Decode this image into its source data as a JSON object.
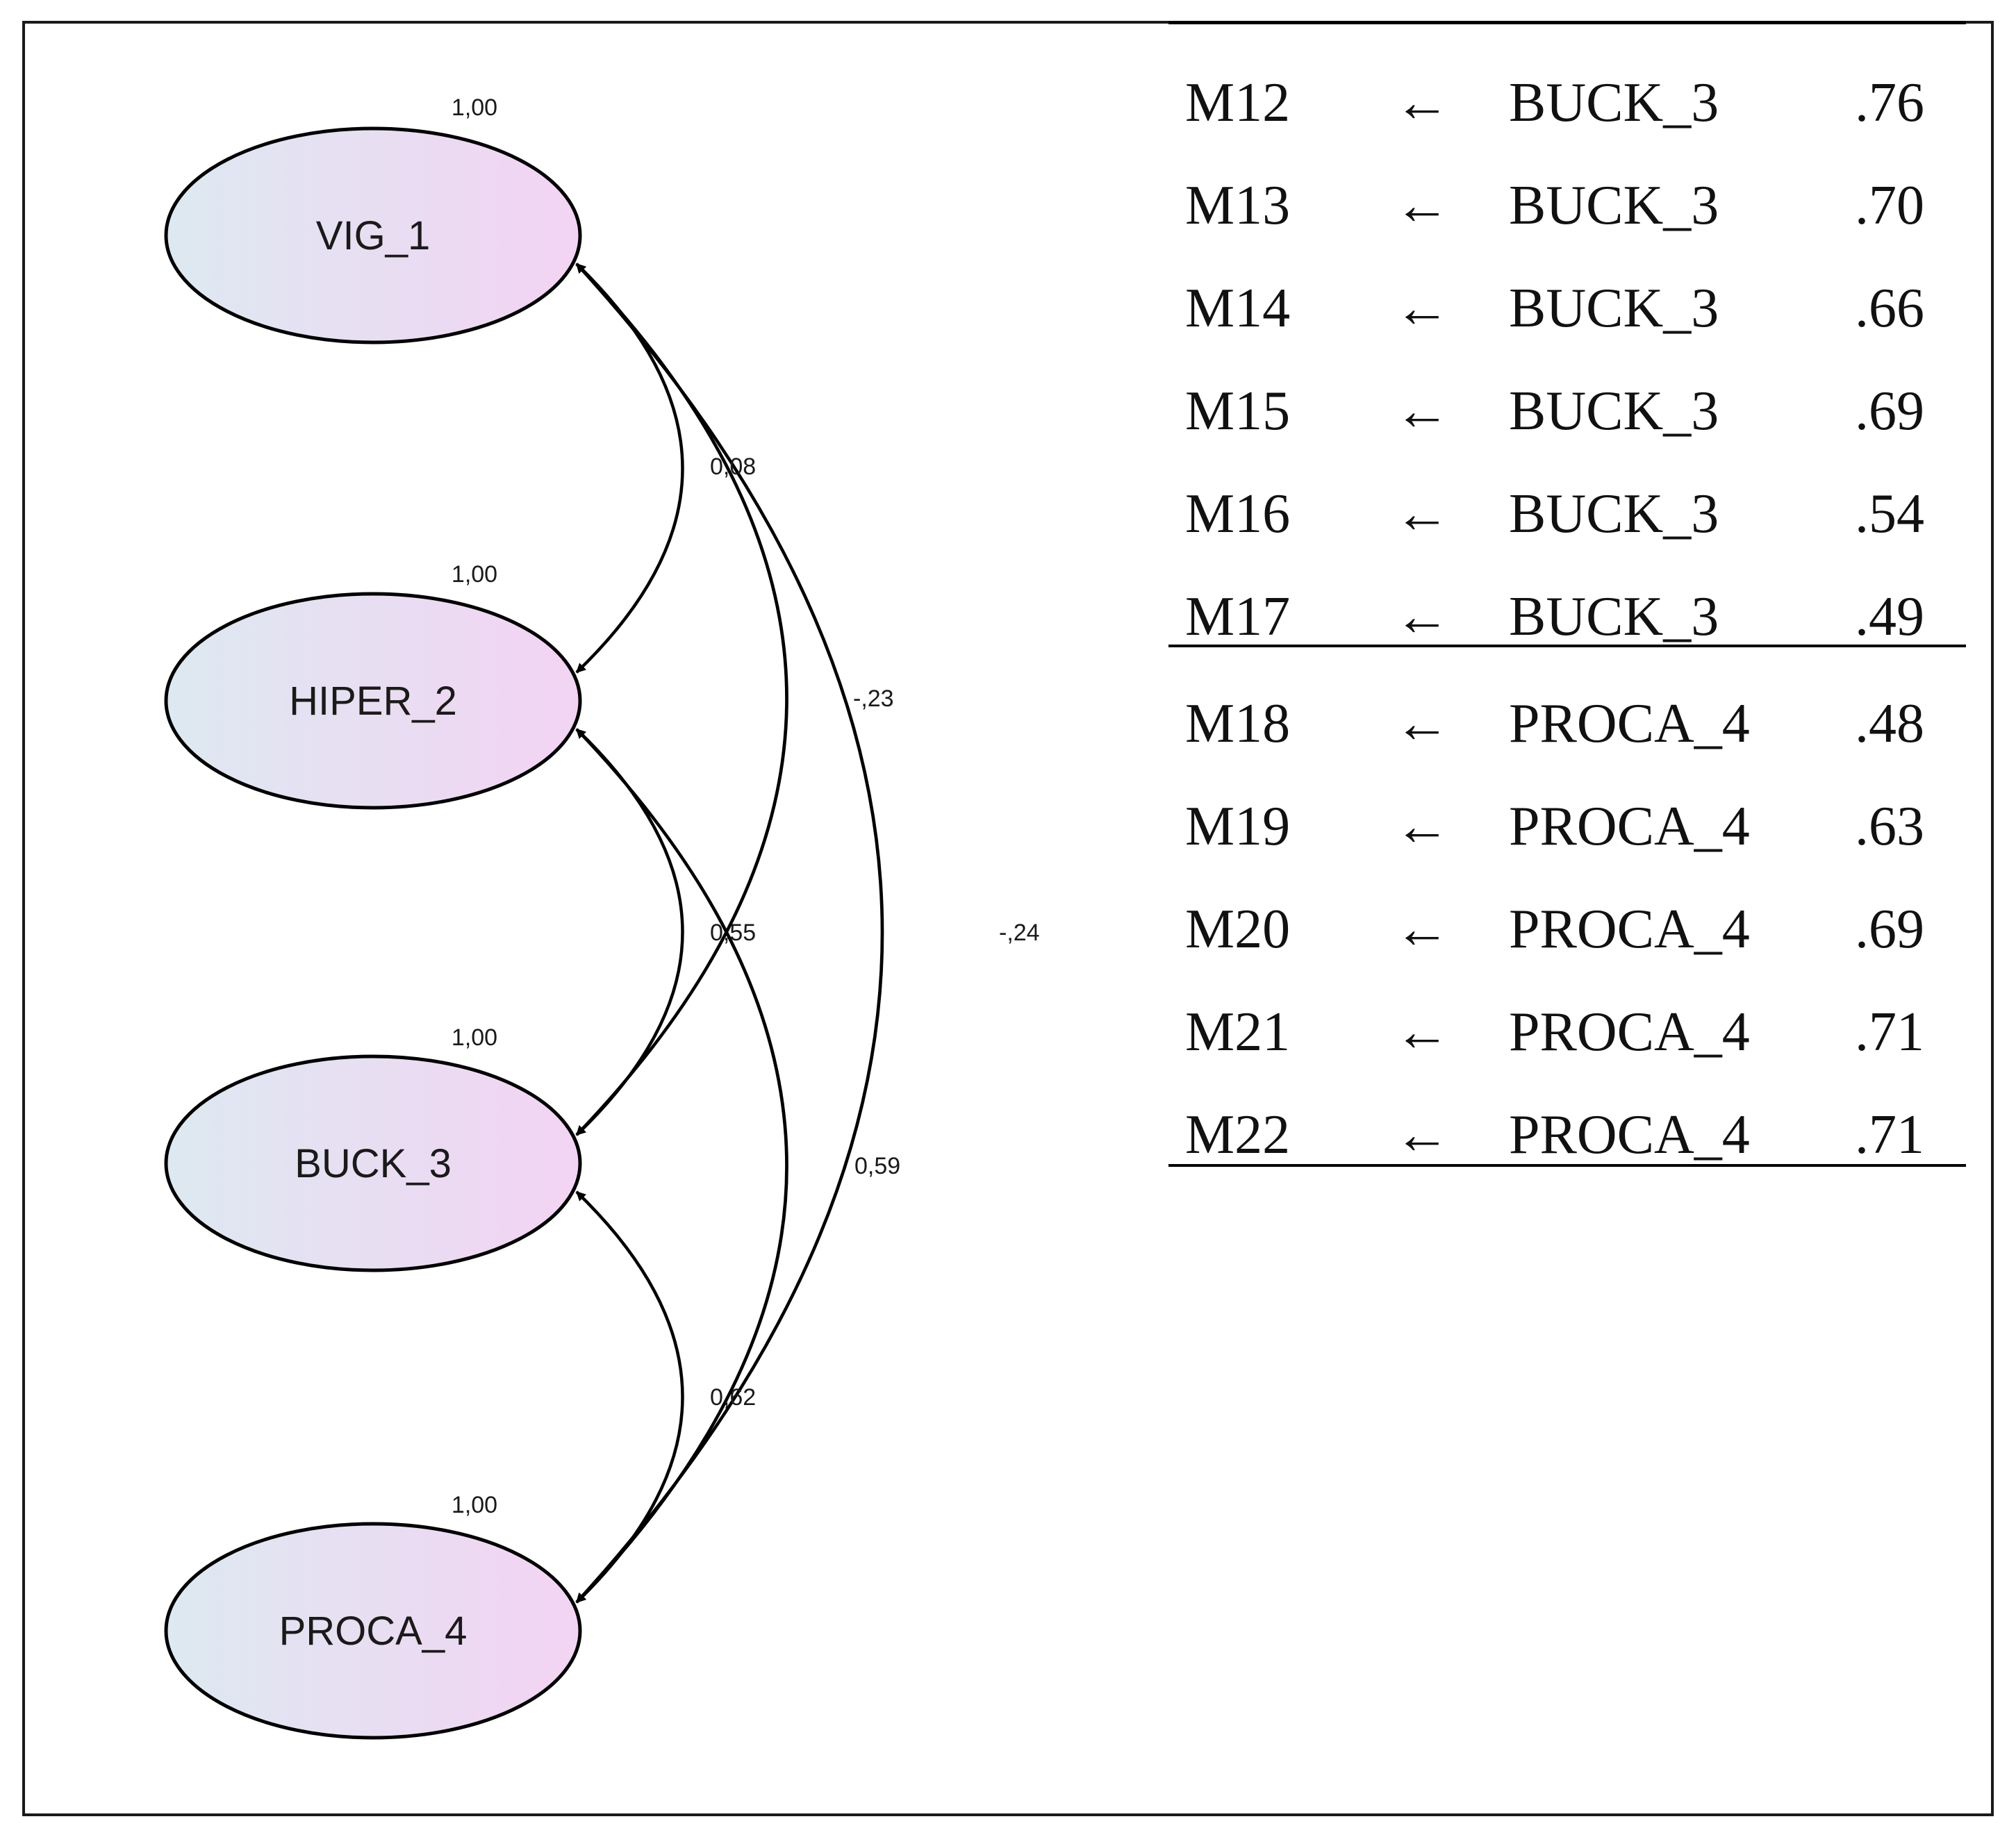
{
  "diagram": {
    "factors": [
      {
        "id": "f1",
        "name": "VIG_1",
        "variance": "1,00"
      },
      {
        "id": "f2",
        "name": "HIPER_2",
        "variance": "1,00"
      },
      {
        "id": "f3",
        "name": "BUCK_3",
        "variance": "1,00"
      },
      {
        "id": "f4",
        "name": "PROCA_4",
        "variance": "1,00"
      }
    ],
    "correlations": [
      {
        "from": "VIG_1",
        "to": "HIPER_2",
        "value": "0,08"
      },
      {
        "from": "VIG_1",
        "to": "BUCK_3",
        "value": "-,23"
      },
      {
        "from": "VIG_1",
        "to": "PROCA_4",
        "value": "-,24"
      },
      {
        "from": "HIPER_2",
        "to": "BUCK_3",
        "value": "0,55"
      },
      {
        "from": "HIPER_2",
        "to": "PROCA_4",
        "value": "0,59"
      },
      {
        "from": "BUCK_3",
        "to": "PROCA_4",
        "value": "0,62"
      }
    ],
    "colors": {
      "node_fill_left": "#dde9f1",
      "node_fill_right": "#f3d3f3",
      "stroke": "#000000"
    }
  },
  "loadings_table": {
    "arrow_symbol": "←",
    "groups": [
      {
        "rows": [
          {
            "item": "M12",
            "factor": "BUCK_3",
            "loading": ".76"
          },
          {
            "item": "M13",
            "factor": "BUCK_3",
            "loading": ".70"
          },
          {
            "item": "M14",
            "factor": "BUCK_3",
            "loading": ".66"
          },
          {
            "item": "M15",
            "factor": "BUCK_3",
            "loading": ".69"
          },
          {
            "item": "M16",
            "factor": "BUCK_3",
            "loading": ".54"
          },
          {
            "item": "M17",
            "factor": "BUCK_3",
            "loading": ".49"
          }
        ]
      },
      {
        "rows": [
          {
            "item": "M18",
            "factor": "PROCA_4",
            "loading": ".48"
          },
          {
            "item": "M19",
            "factor": "PROCA_4",
            "loading": ".63"
          },
          {
            "item": "M20",
            "factor": "PROCA_4",
            "loading": ".69"
          },
          {
            "item": "M21",
            "factor": "PROCA_4",
            "loading": ".71"
          },
          {
            "item": "M22",
            "factor": "PROCA_4",
            "loading": ".71"
          }
        ]
      }
    ]
  }
}
